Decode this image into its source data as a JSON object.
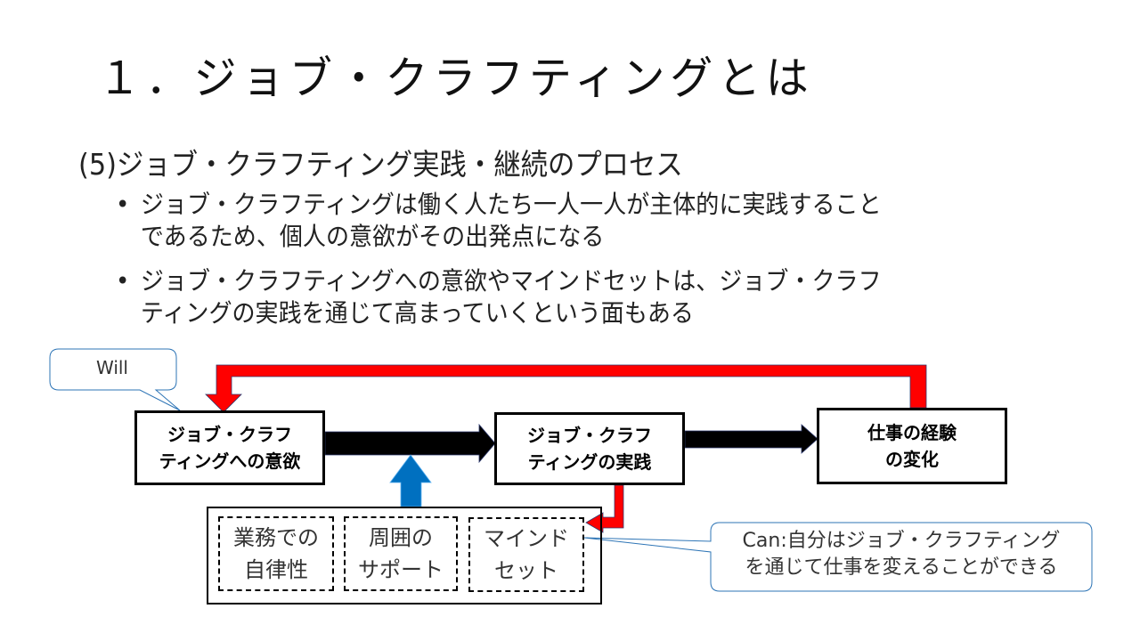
{
  "slide": {
    "title": "１．ジョブ・クラフティングとは",
    "subtitle": "(5)ジョブ・クラフティング実践・継続のプロセス",
    "bullets": [
      {
        "marker": "•",
        "lines": [
          "ジョブ・クラフティングは働く人たち一人一人が主体的に実践すること",
          "であるため、個人の意欲がその出発点になる"
        ]
      },
      {
        "marker": "•",
        "lines": [
          "ジョブ・クラフティングへの意欲やマインドセットは、ジョブ・クラフ",
          "ティングの実践を通じて高まっていくという面もある"
        ]
      }
    ]
  },
  "diagram": {
    "boxes": {
      "motivation": [
        "ジョブ・クラフ",
        "ティングへの意欲"
      ],
      "practice": [
        "ジョブ・クラフ",
        "ティングの実践"
      ],
      "change": [
        "仕事の経験",
        "の変化"
      ]
    },
    "factors": [
      [
        "業務での",
        "自律性"
      ],
      [
        "周囲の",
        "サポート"
      ],
      [
        "マインド",
        "セット"
      ]
    ],
    "callouts": {
      "will": "Will",
      "can": [
        "Can:自分はジョブ・クラフティング",
        "を通じて仕事を変えることができる"
      ]
    },
    "colors": {
      "feedback_arrow": "#ff0000",
      "support_arrow": "#0070c0",
      "flow_arrow": "#000000",
      "callout_border": "#2e75b6"
    }
  }
}
